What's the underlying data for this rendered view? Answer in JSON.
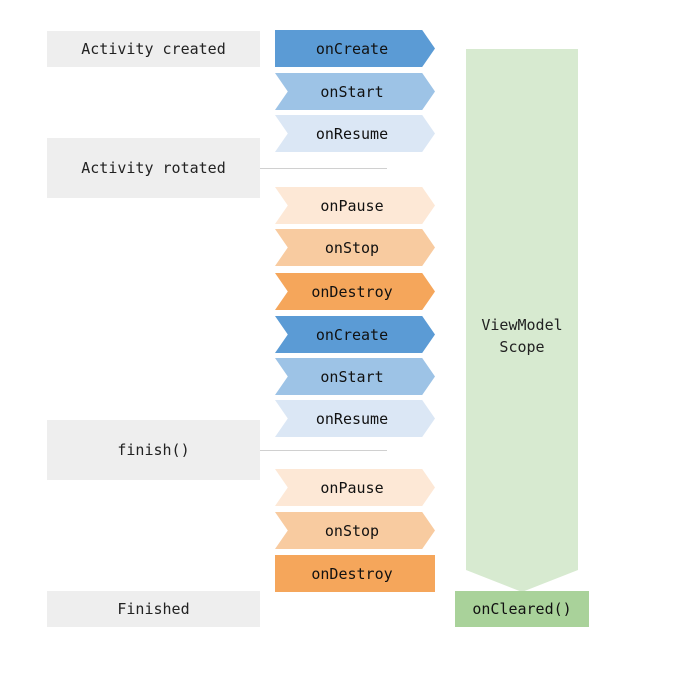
{
  "labels": {
    "activity_created": "Activity created",
    "activity_rotated": "Activity rotated",
    "finish": "finish()",
    "finished": "Finished"
  },
  "steps": [
    {
      "label": "onCreate",
      "color": "#5b9bd5"
    },
    {
      "label": "onStart",
      "color": "#9dc3e6"
    },
    {
      "label": "onResume",
      "color": "#dbe7f5"
    },
    {
      "label": "onPause",
      "color": "#fde8d6"
    },
    {
      "label": "onStop",
      "color": "#f8cba0"
    },
    {
      "label": "onDestroy",
      "color": "#f5a65b"
    },
    {
      "label": "onCreate",
      "color": "#5b9bd5"
    },
    {
      "label": "onStart",
      "color": "#9dc3e6"
    },
    {
      "label": "onResume",
      "color": "#dbe7f5"
    },
    {
      "label": "onPause",
      "color": "#fde8d6"
    },
    {
      "label": "onStop",
      "color": "#f8cba0"
    },
    {
      "label": "onDestroy",
      "color": "#f5a65b"
    }
  ],
  "scope": {
    "line1": "ViewModel",
    "line2": "Scope",
    "color": "#d7ead0"
  },
  "cleared": {
    "label": "onCleared()",
    "color": "#a9d29a"
  }
}
